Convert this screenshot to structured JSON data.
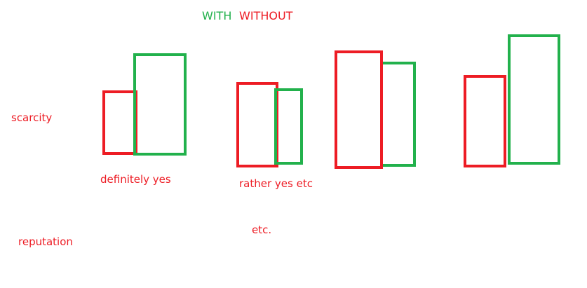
{
  "chart_data": {
    "type": "bar",
    "legend": {
      "placement": "top-center",
      "entries": [
        {
          "label": "WITH",
          "color": "#22b14c"
        },
        {
          "label": "WITHOUT",
          "color": "#ed1c24"
        }
      ]
    },
    "row_labels": [
      "scarcity",
      "reputation"
    ],
    "category_labels": [
      "definitely yes",
      "rather yes etc"
    ],
    "annotations": [
      "etc."
    ],
    "series": [
      {
        "name": "WITH",
        "color": "#22b14c",
        "values": [
          142,
          105,
          146,
          182
        ]
      },
      {
        "name": "WITHOUT",
        "color": "#ed1c24",
        "values": [
          88,
          118,
          165,
          128
        ]
      }
    ],
    "grid": false
  }
}
